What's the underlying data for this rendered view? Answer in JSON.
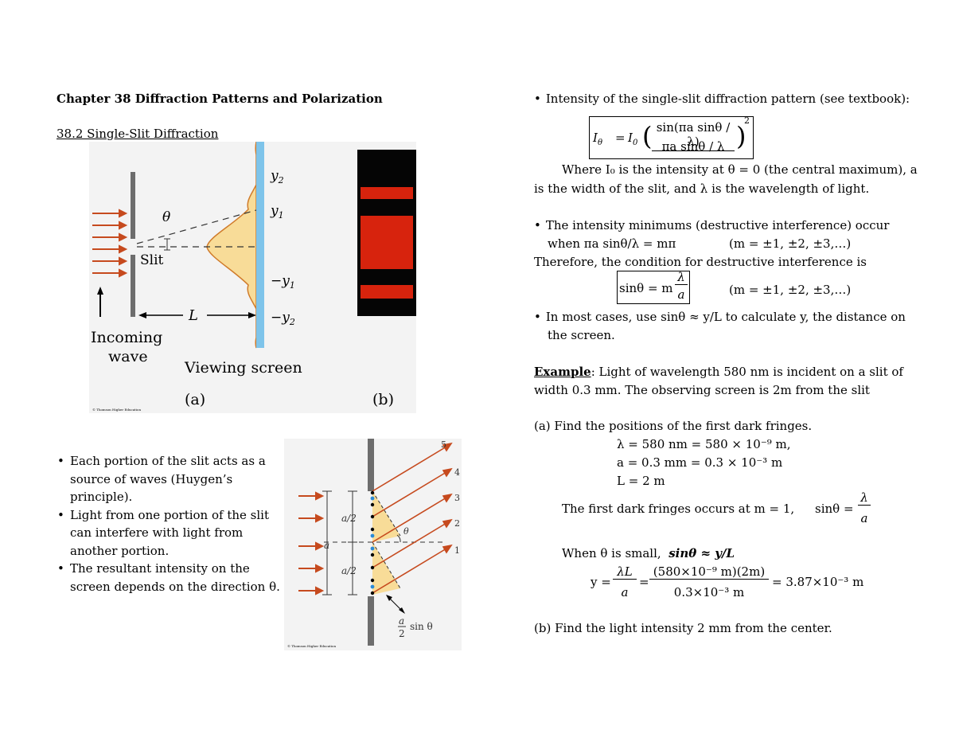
{
  "left": {
    "chapter_title": "Chapter 38   Diffraction Patterns and Polarization",
    "section_title": "38.2 Single-Slit Diffraction",
    "figure_a": {
      "y2": "y",
      "y2_sub": "2",
      "y1": "y",
      "y1_sub": "1",
      "neg_y1": "−y",
      "neg_y1_sub": "1",
      "neg_y2": "−y",
      "neg_y2_sub": "2",
      "theta": "θ",
      "slit": "Slit",
      "L": "L",
      "incoming_1": "Incoming",
      "incoming_2": "wave",
      "viewing_screen": "Viewing screen",
      "panel_a": "(a)",
      "panel_b": "(b)",
      "credit": "© Thomson Higher Education"
    },
    "bullets": [
      "Each portion of the slit acts as a source of waves (Huygen’s principle).",
      "Light from one portion of the slit can interfere with light from another portion.",
      "The resultant intensity on the screen depends on the direction θ."
    ],
    "figure_b": {
      "ray_labels": [
        "5",
        "4",
        "3",
        "2",
        "1"
      ],
      "a_half_top": "a/2",
      "a_half_bottom": "a/2",
      "a": "a",
      "theta": "θ",
      "a_over_2_num": "a",
      "a_over_2_den": "2",
      "sin_theta": "sin θ",
      "credit": "© Thomson Higher Education"
    }
  },
  "right": {
    "intensity_intro": "Intensity of the single-slit diffraction pattern (see textbook):",
    "eq_intensity": {
      "lhs": "I",
      "lhs_sub": "θ",
      "eq": "=",
      "I0": "I",
      "I0_sub": "0",
      "num": "sin(πa sinθ / λ)",
      "den": "πa sinθ / λ",
      "power": "2"
    },
    "where_line1": "Where I₀ is the intensity at θ = 0 (the central maximum), a",
    "where_line2": "is the width of the slit, and λ is the wavelength of light.",
    "minima_intro": "The intensity minimums (destructive interference) occur",
    "minima_when": "when  πa sinθ/λ = mπ",
    "minima_m": "(m = ±1, ±2, ±3,…)",
    "therefore": "Therefore, the condition for destructive interference is",
    "eq_sin": {
      "lhs": "sinθ = m",
      "num": "λ",
      "den": "a"
    },
    "eq_sin_m": "(m = ±1, ±2, ±3,…)",
    "small_angle_1": "In most cases, use sinθ ≈ y/L to calculate y, the distance on",
    "small_angle_2": "the screen.",
    "example_label": "Example",
    "example_1": ":  Light of wavelength 580 nm is incident on a slit of",
    "example_2": "width 0.3 mm.  The observing screen is 2m from the slit",
    "part_a": "(a) Find the positions of the first dark fringes.",
    "given_lambda": "λ = 580 nm = 580 × 10⁻⁹ m,",
    "given_a": "a = 0.3 mm = 0.3 × 10⁻³ m",
    "given_L": "L = 2 m",
    "first_dark": "The first dark fringes occurs at m = 1,",
    "first_dark_eq": "sinθ =",
    "first_dark_num": "λ",
    "first_dark_den": "a",
    "small_angle_when": "When θ is small,",
    "small_angle_approx": "sinθ ≈ y/L",
    "y_eq": {
      "lhs": "y =",
      "f1_num": "λL",
      "f1_den": "a",
      "f2_num": "(580×10⁻⁹ m)(2m)",
      "f2_den": "0.3×10⁻³ m",
      "result": "= 3.87×10⁻³ m"
    },
    "part_b": "(b) Find the light intensity 2 mm from the center."
  },
  "colors": {
    "wave_fill": "#f8dc98",
    "wave_stroke": "#d07b2a",
    "screen": "#7ec4ea",
    "arrow": "#c64a1e",
    "slit": "#6d6d6d",
    "fig_bg": "#f3f3f3",
    "fringe": "#d7230d"
  }
}
